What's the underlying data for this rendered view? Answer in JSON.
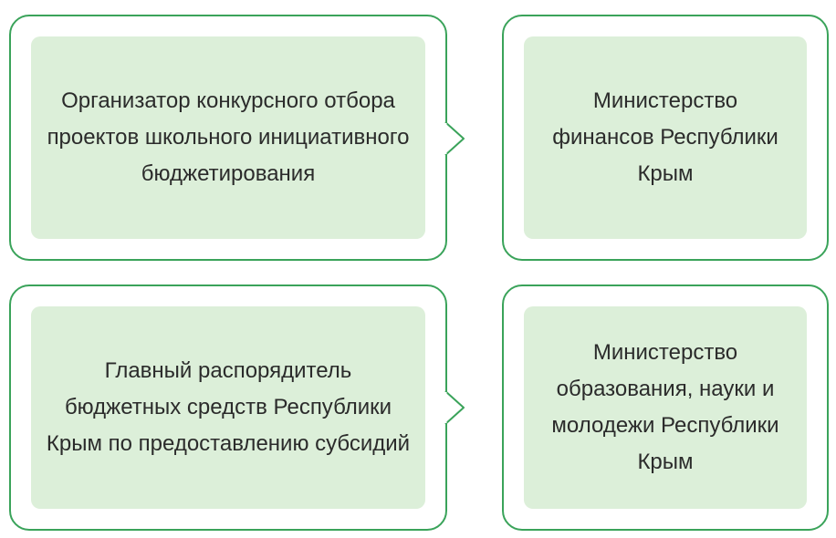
{
  "diagram": {
    "rows": [
      {
        "role_label": "Организатор конкурсного отбора проектов школьного инициативного бюджетирования",
        "entity": "Министерство финансов Республики Крым"
      },
      {
        "role_label": "Главный распорядитель бюджетных средств Республики Крым по предоставлению субсидий",
        "entity": "Министерство образования, науки и молодежи Республики Крым"
      }
    ]
  },
  "colors": {
    "frame_border": "#3aa35a",
    "panel_fill": "#dcefd9",
    "text": "#2b2b2b"
  }
}
